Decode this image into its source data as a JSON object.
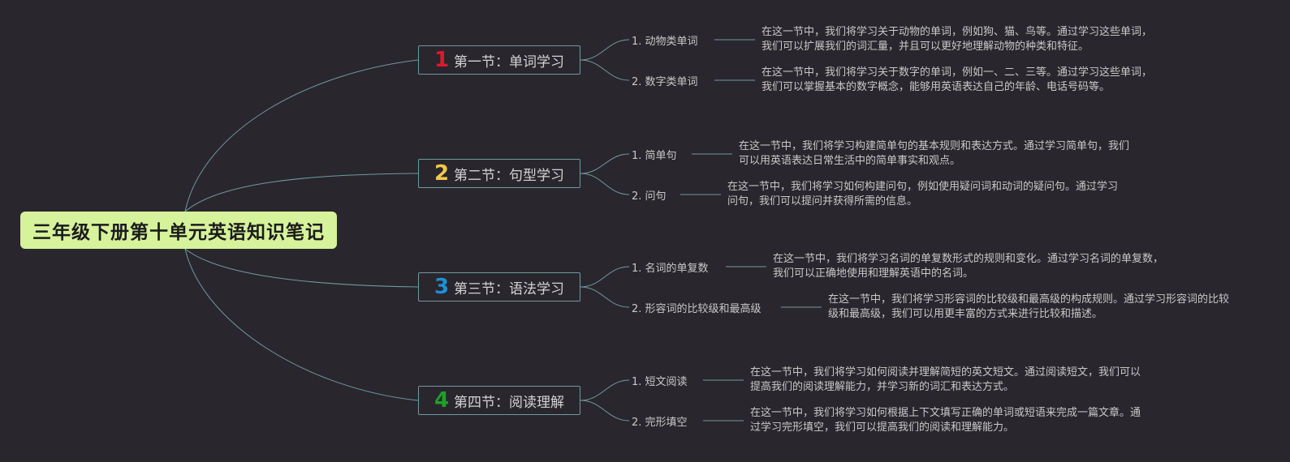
{
  "root": {
    "title": "三年级下册第十单元英语知识笔记"
  },
  "colors": {
    "root_bg": "#d6f29a",
    "line": "#6e9aa1",
    "num1": "#e0182d",
    "num2": "#f2c84b",
    "num3": "#1e90d8",
    "num4": "#1fa02a"
  },
  "sections": [
    {
      "num": "1",
      "title": "第一节：单词学习",
      "items": [
        {
          "label": "1. 动物类单词",
          "desc": "在这一节中，我们将学习关于动物的单词，例如狗、猫、鸟等。通过学习这些单词，我们可以扩展我们的词汇量，并且可以更好地理解动物的种类和特征。"
        },
        {
          "label": "2. 数字类单词",
          "desc": "在这一节中，我们将学习关于数字的单词，例如一、二、三等。通过学习这些单词，我们可以掌握基本的数字概念，能够用英语表达自己的年龄、电话号码等。"
        }
      ]
    },
    {
      "num": "2",
      "title": "第二节：句型学习",
      "items": [
        {
          "label": "1. 简单句",
          "desc": "在这一节中，我们将学习构建简单句的基本规则和表达方式。通过学习简单句，我们可以用英语表达日常生活中的简单事实和观点。"
        },
        {
          "label": "2. 问句",
          "desc": "在这一节中，我们将学习如何构建问句，例如使用疑问词和动词的疑问句。通过学习问句，我们可以提问并获得所需的信息。"
        }
      ]
    },
    {
      "num": "3",
      "title": "第三节：语法学习",
      "items": [
        {
          "label": "1. 名词的单复数",
          "desc": "在这一节中，我们将学习名词的单复数形式的规则和变化。通过学习名词的单复数，我们可以正确地使用和理解英语中的名词。"
        },
        {
          "label": "2. 形容词的比较级和最高级",
          "desc": "在这一节中，我们将学习形容词的比较级和最高级的构成规则。通过学习形容词的比较级和最高级，我们可以用更丰富的方式来进行比较和描述。"
        }
      ]
    },
    {
      "num": "4",
      "title": "第四节：阅读理解",
      "items": [
        {
          "label": "1. 短文阅读",
          "desc": "在这一节中，我们将学习如何阅读并理解简短的英文短文。通过阅读短文，我们可以提高我们的阅读理解能力，并学习新的词汇和表达方式。"
        },
        {
          "label": "2. 完形填空",
          "desc": "在这一节中，我们将学习如何根据上下文填写正确的单词或短语来完成一篇文章。通过学习完形填空，我们可以提高我们的阅读和理解能力。"
        }
      ]
    }
  ]
}
